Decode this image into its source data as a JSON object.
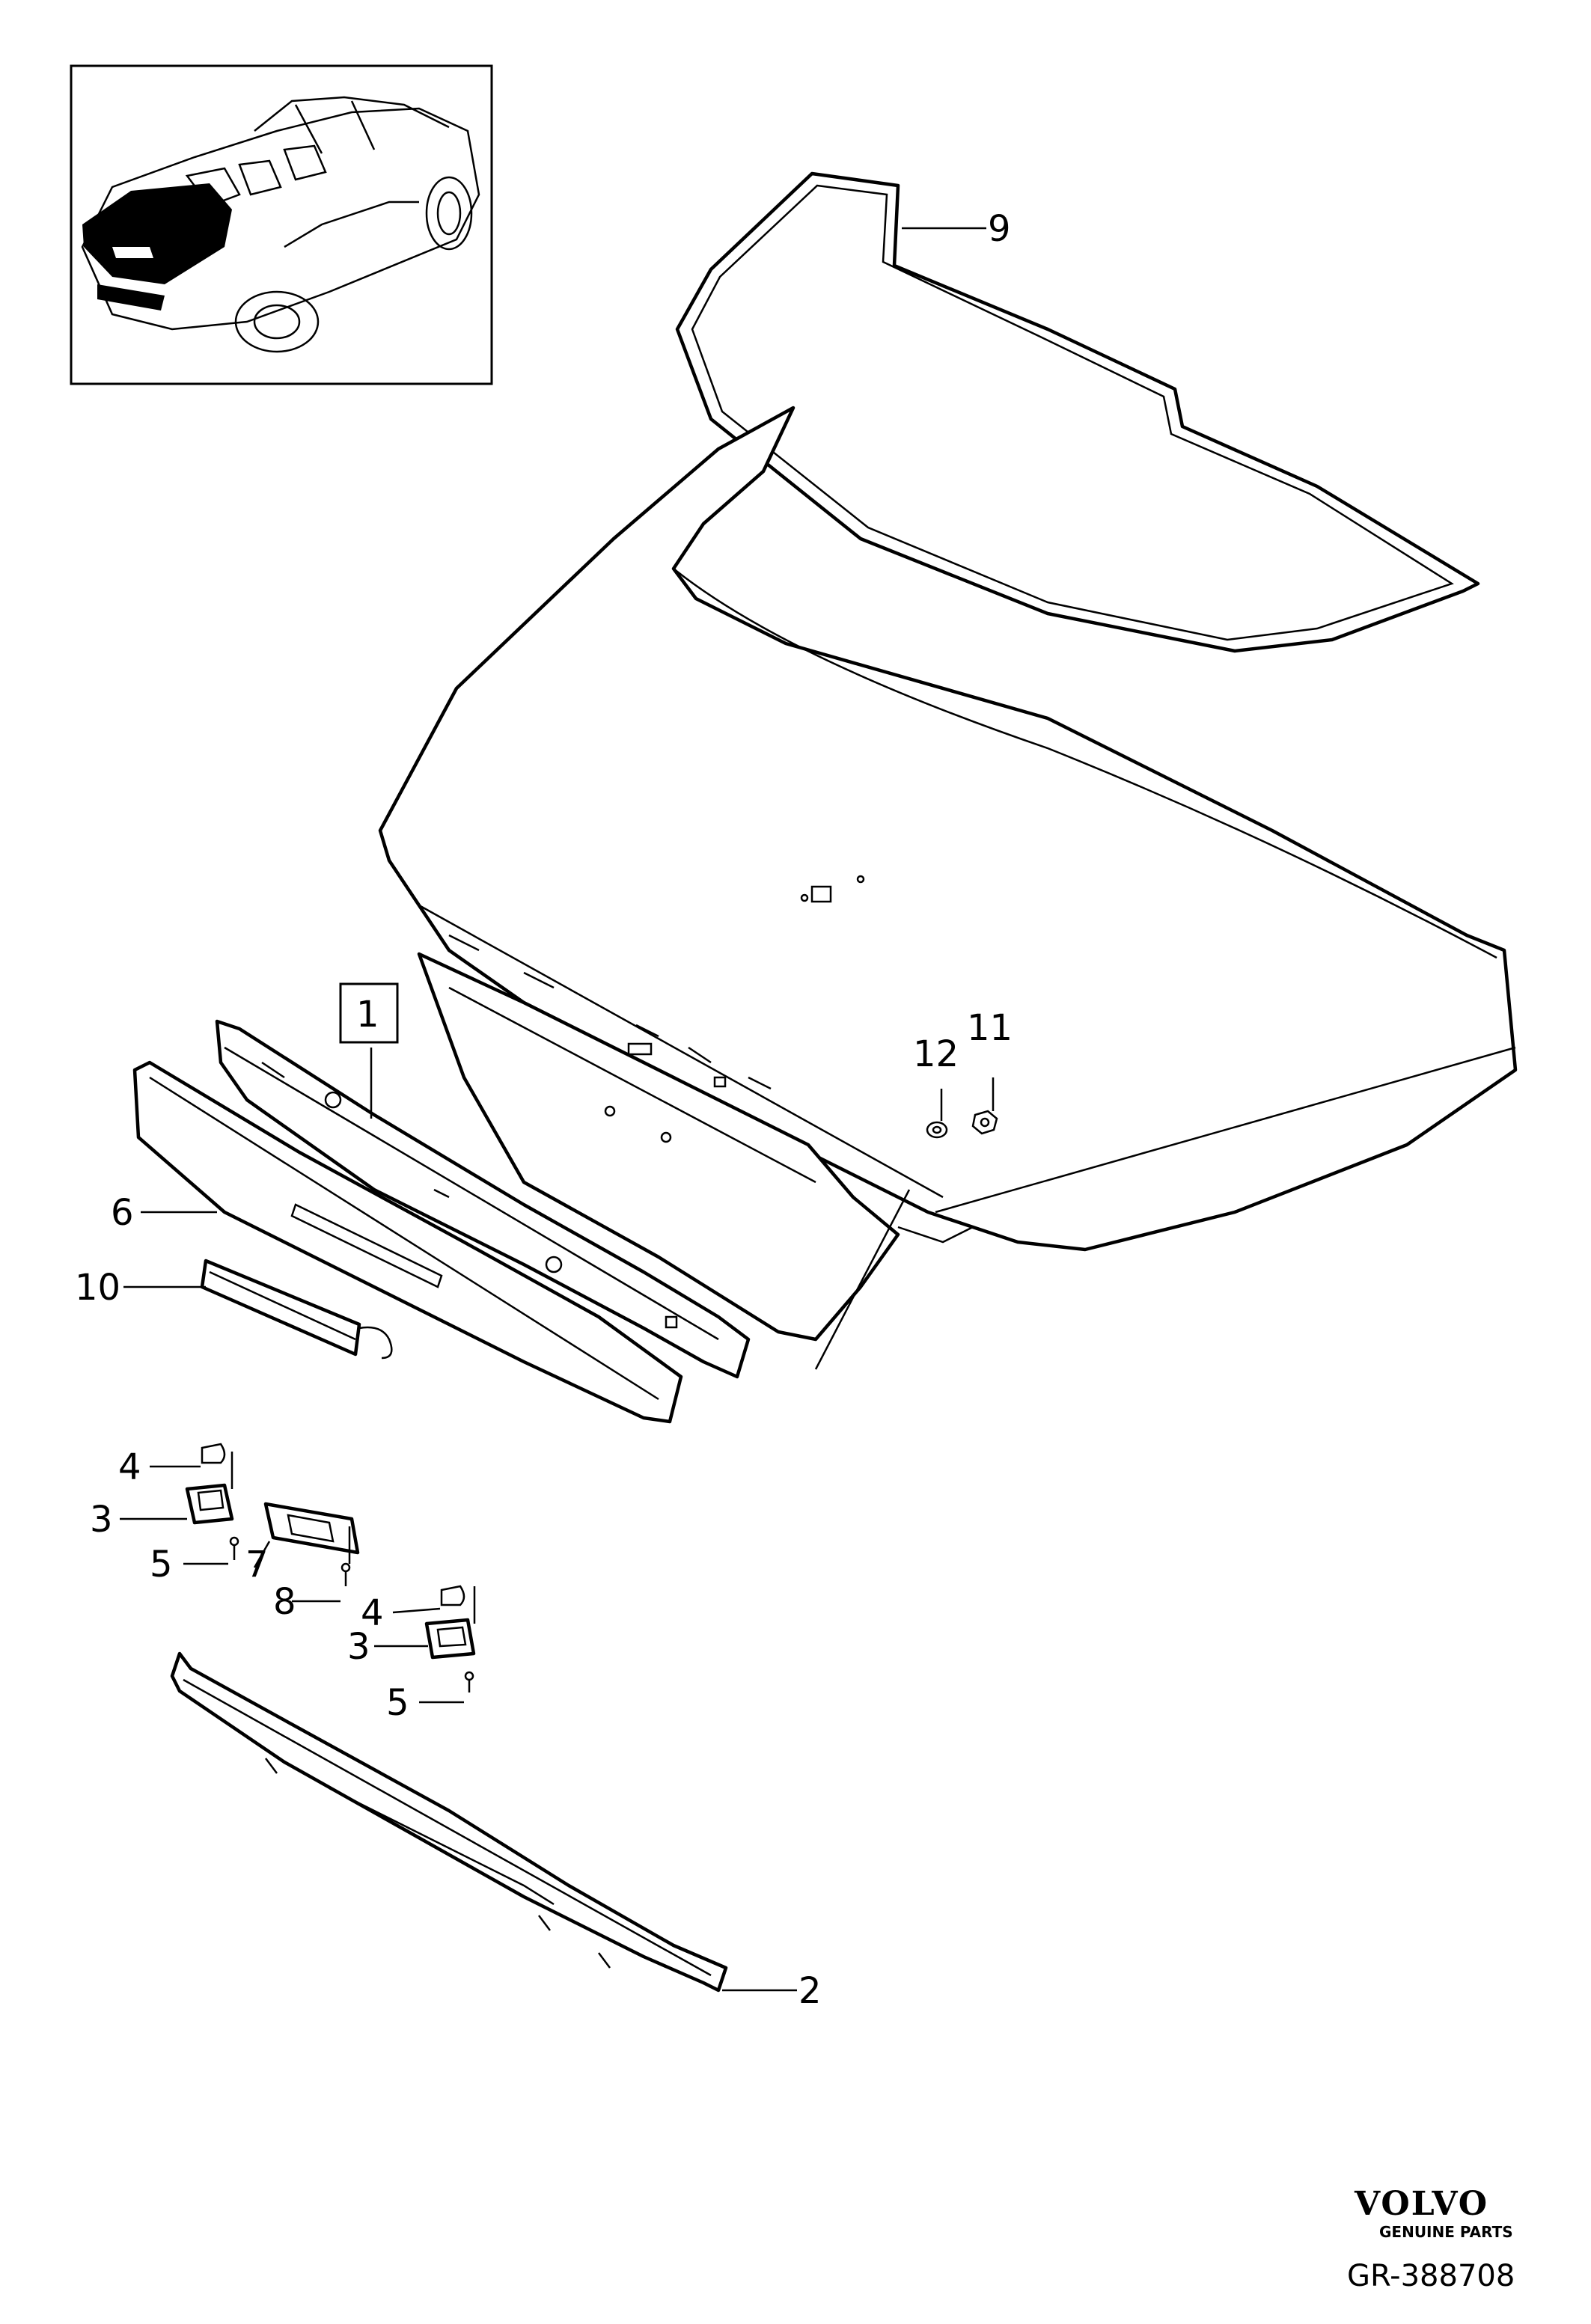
{
  "callouts": {
    "c1": "1",
    "c2": "2",
    "c3a": "3",
    "c3b": "3",
    "c4a": "4",
    "c4b": "4",
    "c5a": "5",
    "c5b": "5",
    "c6": "6",
    "c7": "7",
    "c8": "8",
    "c9": "9",
    "c10": "10",
    "c11": "11",
    "c12": "12"
  },
  "brand": {
    "logo_text": "VOLVO",
    "tagline": "GENUINE PARTS",
    "reference_code": "GR-388708"
  }
}
